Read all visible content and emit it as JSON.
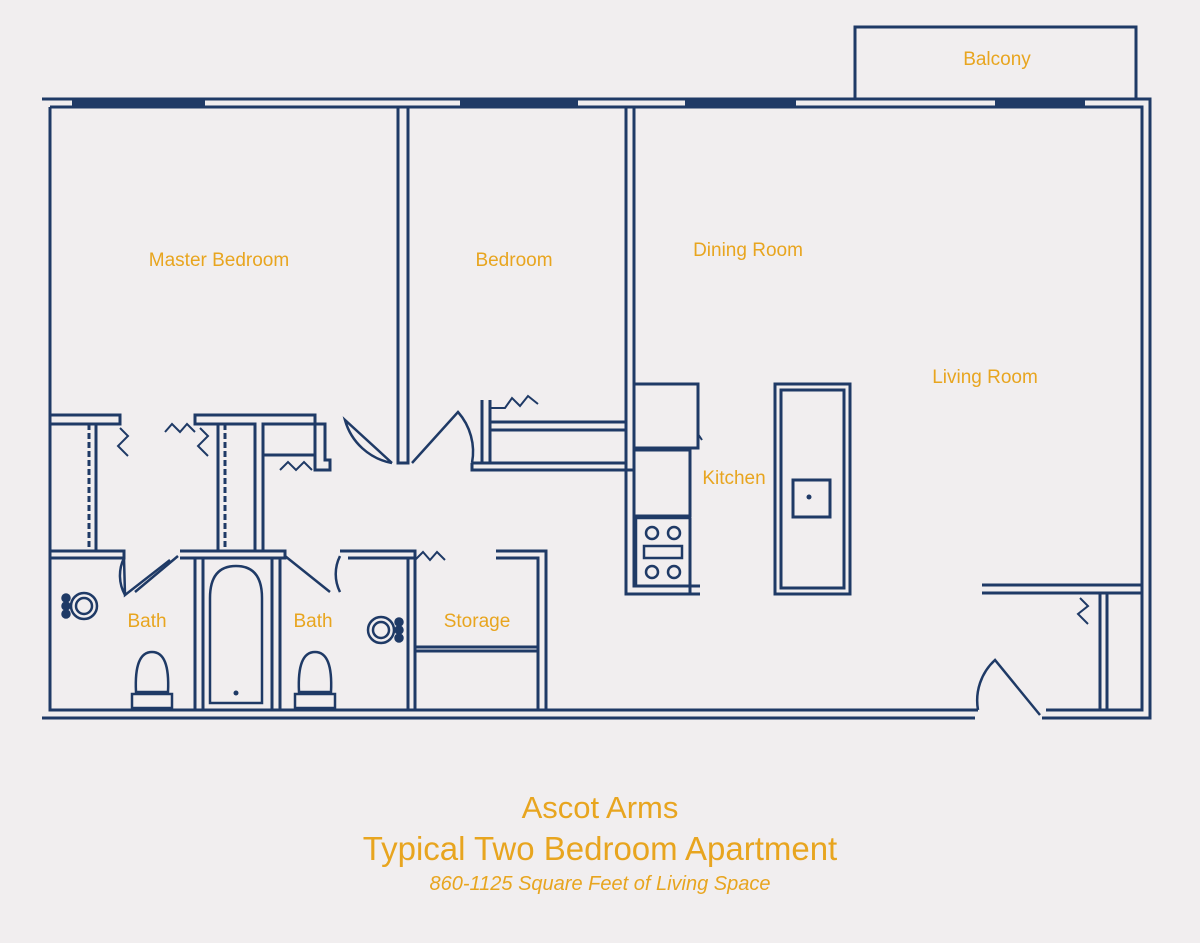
{
  "caption": {
    "title": "Ascot Arms",
    "subtitle": "Typical Two Bedroom Apartment",
    "area": "860-1125 Square Feet of Living Space"
  },
  "rooms": {
    "master_bedroom": "Master Bedroom",
    "bedroom": "Bedroom",
    "dining_room": "Dining Room",
    "living_room": "Living Room",
    "kitchen": "Kitchen",
    "balcony": "Balcony",
    "bath_left": "Bath",
    "bath_right": "Bath",
    "storage": "Storage"
  },
  "colors": {
    "wall": "#1f3a66",
    "label": "#e8a51f",
    "background": "#f1eeef"
  }
}
